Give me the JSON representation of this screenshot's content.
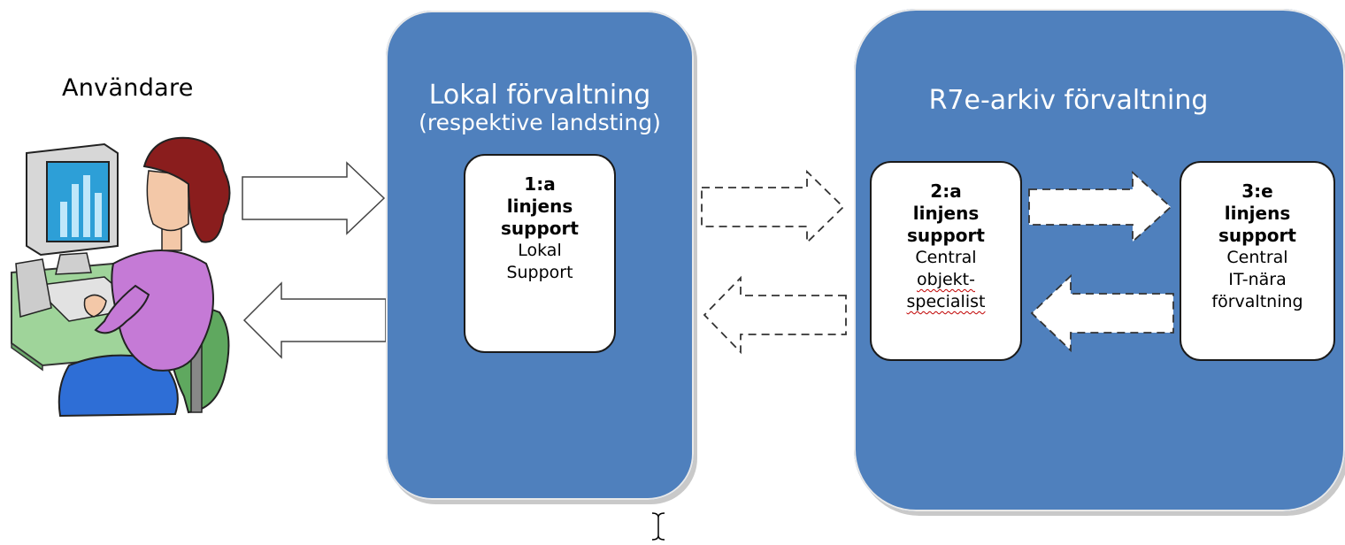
{
  "user": {
    "label": "Användare",
    "icon": "user-at-computer-icon"
  },
  "local": {
    "title": "Lokal förvaltning",
    "subtitle": "(respektive landsting)",
    "color": "#4f80bd",
    "box": {
      "line1": "1:a",
      "line2": "linjens",
      "line3": "support",
      "desc1": "Lokal",
      "desc2": "Support"
    }
  },
  "central": {
    "title": "R7e-arkiv förvaltning",
    "color": "#4f80bd",
    "box2": {
      "line1": "2:a",
      "line2": "linjens",
      "line3": "support",
      "desc1": "Central",
      "desc2": "objekt-",
      "desc3": "specialist"
    },
    "box3": {
      "line1": "3:e",
      "line2": "linjens",
      "line3": "support",
      "desc1": "Central",
      "desc2": "IT-nära",
      "desc3": "förvaltning"
    }
  }
}
